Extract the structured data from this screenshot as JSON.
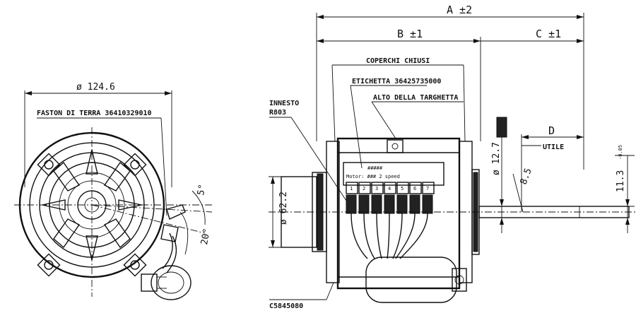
{
  "front_view": {
    "diameter_label": "ø 124.6",
    "ground_terminal_label": "FASTON DI TERRA 36410329010",
    "angle_label_small": "5°",
    "angle_label_large": "20°"
  },
  "side_view": {
    "dim_A": "A ±2",
    "dim_B": "B ±1",
    "dim_C": "C ±1",
    "dim_D": "D",
    "cover_label": "COPERCHI CHIUSI",
    "tag_label": "ETICHETTA 36425735000",
    "nameplate_label": "ALTO DELLA TARGHETTA",
    "insert_label": "INNESTO",
    "insert_code": "R803",
    "bottom_code": "C5845080",
    "hub_diameter": "ø 62.2",
    "shaft_diameter": "ø 12.7",
    "shaft_dim_right": "11.3",
    "shaft_tolerance": "-0.05",
    "usable_label": "UTILE",
    "shaft_note": "8.5",
    "terminal_numbers": [
      "1",
      "2",
      "3",
      "4",
      "5",
      "6",
      "7"
    ],
    "terminal_header": "#####",
    "terminal_subheader": "Motor: ### 2 speed"
  }
}
